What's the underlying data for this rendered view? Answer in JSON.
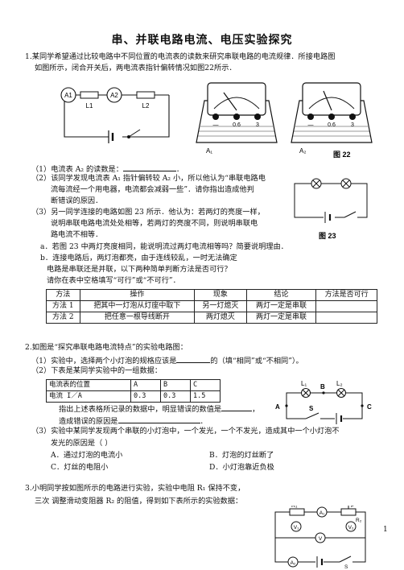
{
  "title": "串、并联电路电流、电压实验探究",
  "page_number": "1",
  "q1": {
    "intro1": "1.某同学希望通过比较电路中不同位置的电流表的读数来研究串联电路的电流规律．所接电路图",
    "intro2": "如图所示，闭合开关后，两电流表指针偏转情况如图22所示．",
    "fig22_caption": "图 22",
    "fig23_caption": "图 23",
    "labels": {
      "a1": "A1",
      "a2": "A2",
      "l1": "L1",
      "l2": "L2",
      "m_a1": "A₁",
      "m_a2": "A₂",
      "scale_06": "0.6",
      "scale_3": "3",
      "scale_dash": "—"
    },
    "p1": "（1）电流表 A₂ 的读数是：",
    "p1_end": "．",
    "p2a": "（2）该同学发现电流表 A₁ 指针偏转较 A₂ 小，所以他认为“串联电路电",
    "p2b": "流每流经一个用电器，电流都会减弱一些”．请你指出造成他判",
    "p2c": "断错误的原因．",
    "p3a": "（3）另一同学连接的电路如图 23 所示．他认为：若两灯的亮度一样，",
    "p3b": "说明串联电路电流处处相等，若两灯的亮度不同，则说明串联电",
    "p3c": "路电流不相等．",
    "pa": "a．若图 23 中两灯亮度相同，能说明流过两灯电流相等吗？简要说明理由．",
    "pb": "b．连接电路后，两灯泡都亮，由于连线较乱，一时无法确定",
    "pb2": "电路是串联还是并联，以下两种简单判断方法是否可行？",
    "pb3": "请你在表中空格填写“可行”或“不可行”．",
    "table": {
      "headers": [
        "方法",
        "操作",
        "现象",
        "结论",
        "方法是否可行"
      ],
      "rows": [
        [
          "方法 1",
          "把其中一灯泡从灯座中取下",
          "另一灯熄灭",
          "两灯一定是串联",
          ""
        ],
        [
          "方法 2",
          "把任意一根导线断开",
          "两灯熄灭",
          "两灯一定是串联",
          ""
        ]
      ]
    }
  },
  "q2": {
    "intro": "2.如图是“探究串联电路电流特点”的实验电路图：",
    "p1": "（1）实验中，选择两个小灯泡的规格应该是",
    "p1_end": "的（填“相同”或“不相同”）。",
    "p2": "（2）下表是某同学实验中的一组数据：",
    "table": {
      "row1": [
        "电流表的位置",
        "A",
        "B",
        "C"
      ],
      "row2": [
        "电流 I／A",
        "0.3",
        "0.3",
        "1.5"
      ]
    },
    "p2a": "指出上述表格所记录的数据中，明显错误的数值是",
    "p2a_end": "，",
    "p2b": "造成错误的原因是",
    "p2b_end": "．",
    "p3": "（3）实验中某同学发现两个串联的小灯泡中，一个发光，一个不发光，造成其中一个小灯泡不",
    "p3b": "发光的原因是（    ）",
    "optA": "A．通过灯泡的电流小",
    "optB": "B．灯泡的灯丝断了",
    "optC": "C．灯丝的电阻小",
    "optD": "D．小灯泡靠近负极",
    "labels": {
      "l1": "L₁",
      "l2": "L₂",
      "a": "A",
      "b": "B",
      "c": "C",
      "s": "S"
    }
  },
  "q3": {
    "intro": "3.小明同学按如图所示的电路进行实验，实验中电阻 R₁ 保持不变，",
    "intro2": "三次  调整滑动变阻器 R₂ 的阻值，得到如下表所示的实验数据：",
    "labels": {
      "r1": "R₁",
      "r2": "R₂",
      "p": "P",
      "s": "S",
      "v1": "V₁",
      "v2": "V₂",
      "v": "V",
      "a1": "A₁",
      "a2": "A₂"
    }
  }
}
